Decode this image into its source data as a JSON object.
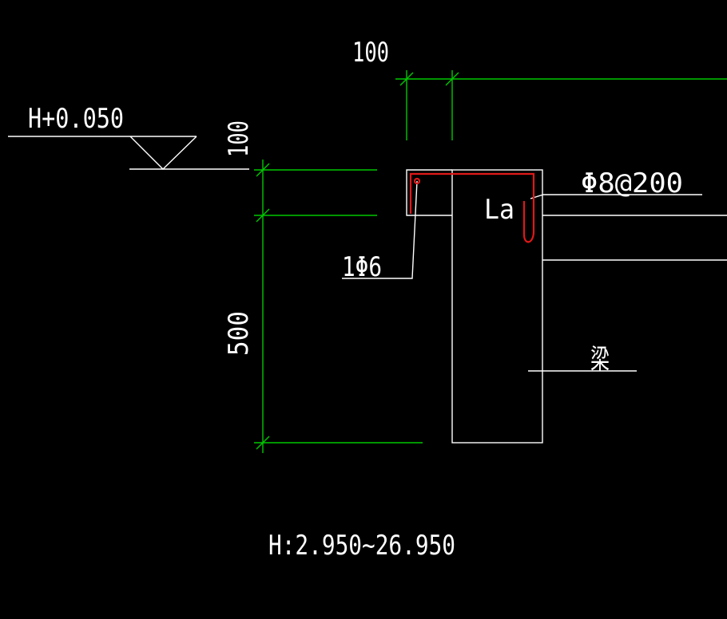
{
  "colors": {
    "background": "#000000",
    "outline": "#ffffff",
    "dimension": "#00c800",
    "rebar": "#e01818"
  },
  "labels": {
    "top_dim": "100",
    "elevation": "H+0.050",
    "left_dim_top": "100",
    "rebar_main": "Φ8@200",
    "anchorage": "La",
    "rebar_small": "1Φ6",
    "left_dim_bottom": "500",
    "beam": "梁",
    "level_range": "H:2.950~26.950"
  }
}
